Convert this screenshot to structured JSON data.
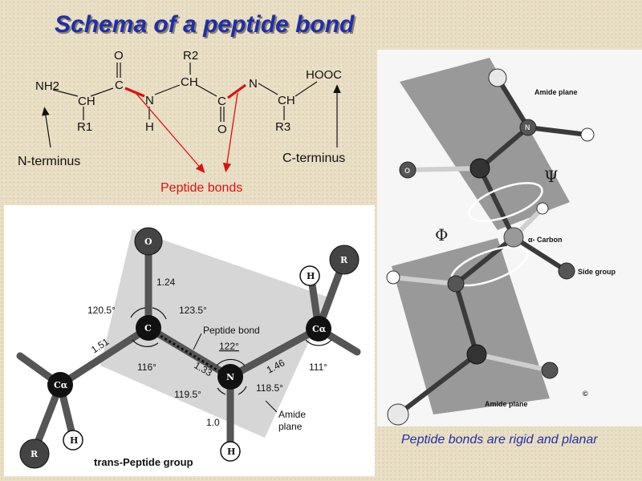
{
  "title": "Schema of a peptide bond",
  "schema": {
    "nh2": "NH2",
    "ch1": "CH",
    "r1": "R1",
    "o1": "O",
    "c1": "C",
    "n1": "N",
    "h1": "H",
    "r2": "R2",
    "ch2": "CH",
    "c2": "C",
    "o2": "O",
    "n2": "N",
    "ch3": "CH",
    "r3": "R3",
    "hooc": "HOOC",
    "n_terminus": "N-terminus",
    "c_terminus": "C-terminus",
    "peptide_bonds": "Peptide bonds"
  },
  "trans_panel": {
    "atom_o": "O",
    "atom_c": "C",
    "atom_n": "N",
    "atom_h_top": "H",
    "atom_r_top": "R",
    "atom_ca_left": "Cα",
    "atom_ca_right": "Cα",
    "atom_h_left": "H",
    "atom_r_left": "R",
    "atom_h_bottom": "H",
    "bond_co": "1.24",
    "bond_cac": "1.51",
    "bond_cn": "1.33",
    "bond_nca": "1.46",
    "bond_nh": "1.0",
    "angle_1": "120.5°",
    "angle_2": "123.5°",
    "angle_3": "122°",
    "angle_4": "116°",
    "angle_5": "111°",
    "angle_6": "119.5°",
    "angle_7": "118.5°",
    "peptide_bond_label": "Peptide bond",
    "amide_plane_label_1": "Amide",
    "amide_plane_label_2": "plane",
    "group_label": "trans-Peptide group"
  },
  "planes_panel": {
    "amide_plane_top": "Amide plane",
    "amide_plane_bottom": "Amide plane",
    "psi": "Ψ",
    "phi": "Φ",
    "alpha_carbon": "α- Carbon",
    "side_group": "Side group",
    "atom_n": "N",
    "atom_o": "O",
    "copyright": "©"
  },
  "caption": "Peptide bonds are rigid and planar"
}
